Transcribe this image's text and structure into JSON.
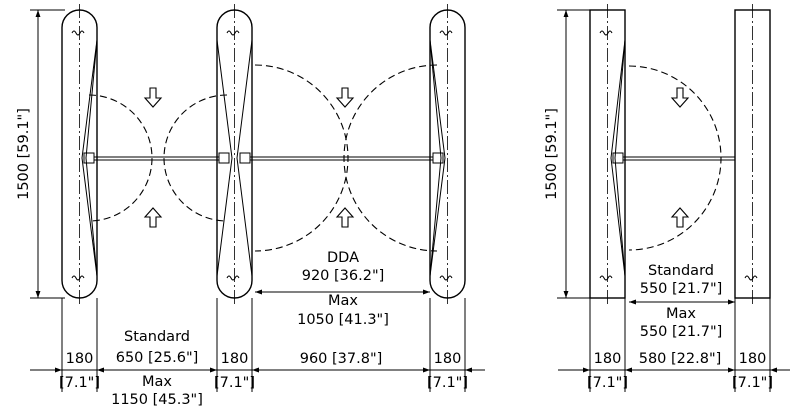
{
  "left_view": {
    "height_label": "1500 [59.1\"]",
    "pillar_width": "180",
    "pillar_width_in": "[7.1\"]",
    "standard_label": "Standard",
    "standard_value": "650 [25.6\"]",
    "max_label": "Max",
    "max_value": "1150 [45.3\"]",
    "dda_label": "DDA",
    "dda_value": "920 [36.2\"]",
    "dda_max_label": "Max",
    "dda_max_value": "1050 [41.3\"]",
    "wide_gap": "960 [37.8\"]"
  },
  "right_view": {
    "height_label": "1500 [59.1\"]",
    "pillar_width": "180",
    "pillar_width_in": "[7.1\"]",
    "standard_label": "Standard",
    "standard_value": "550 [21.7\"]",
    "max_label": "Max",
    "max_value": "550 [21.7\"]",
    "gap_value": "580 [22.8\"]"
  }
}
